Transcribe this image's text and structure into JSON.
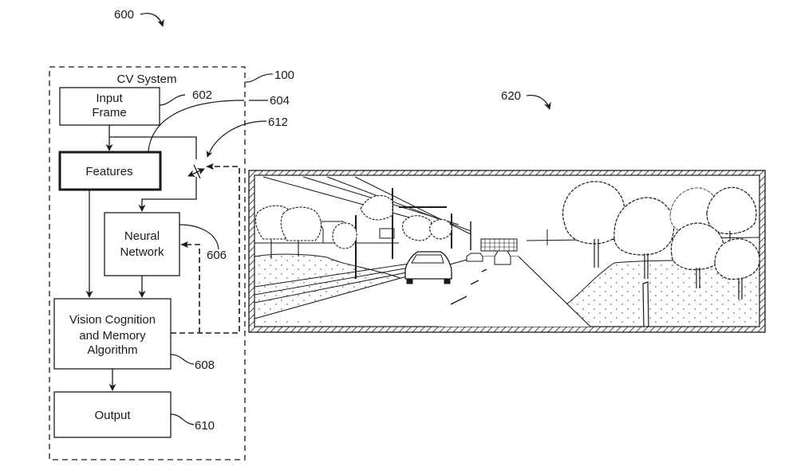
{
  "figure": {
    "figure_ref": "600",
    "system": {
      "title": "CV System",
      "ref": "100"
    },
    "blocks": {
      "input_frame": {
        "line1": "Input",
        "line2": "Frame",
        "ref": "602"
      },
      "features": {
        "label": "Features",
        "ref": "604"
      },
      "neural_network": {
        "line1": "Neural",
        "line2": "Network",
        "ref": "606"
      },
      "vision_cognition": {
        "line1": "Vision Cognition",
        "line2": "and Memory",
        "line3": "Algorithm",
        "ref": "608"
      },
      "output": {
        "label": "Output",
        "ref": "610"
      }
    },
    "switch": {
      "ref": "612"
    },
    "scene_image": {
      "ref": "620",
      "description": "Line drawing of a road scene with cars, trees, power lines and utility poles"
    }
  },
  "colors": {
    "ink": "#1a1a1a",
    "background": "#ffffff"
  }
}
